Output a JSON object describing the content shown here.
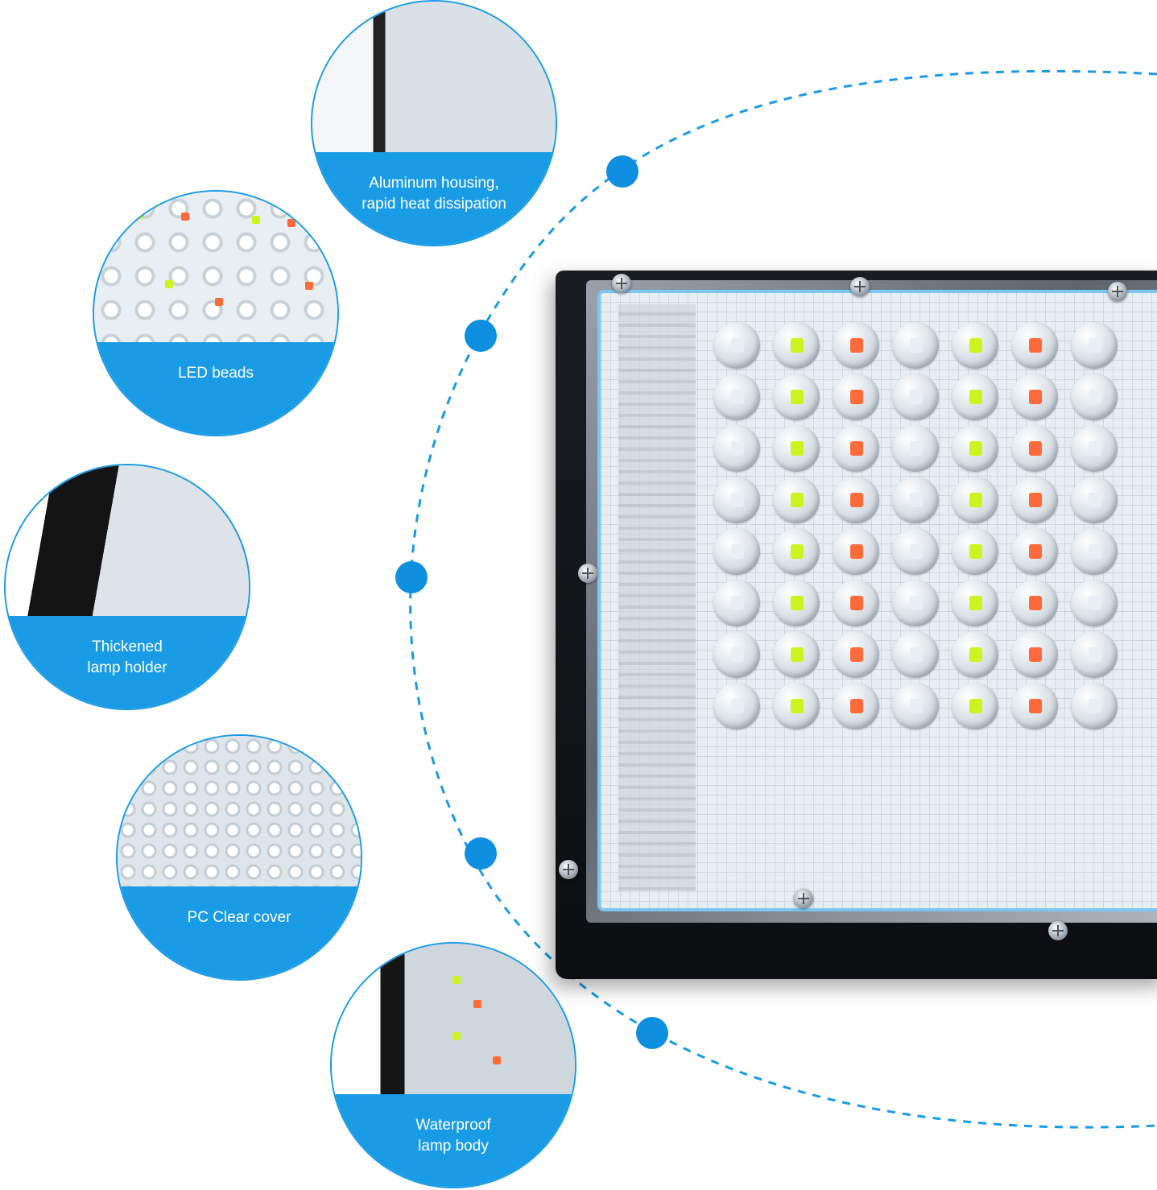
{
  "colors": {
    "accent": "#1a9be6",
    "band_text": "#ffffff",
    "led_green": "#cdf21e",
    "led_red": "#ff6a3a"
  },
  "features": [
    {
      "id": "aluminum-housing",
      "icon": "housing-icon",
      "label": "Aluminum housing,\nrapid heat dissipation"
    },
    {
      "id": "led-beads",
      "icon": "led-icon",
      "label": "LED beads"
    },
    {
      "id": "lamp-holder",
      "icon": "bracket-icon",
      "label": "Thickened\nlamp holder"
    },
    {
      "id": "pc-cover",
      "icon": "cover-icon",
      "label": "PC Clear cover"
    },
    {
      "id": "waterproof-body",
      "icon": "shield-icon",
      "label": "Waterproof\nlamp body"
    }
  ]
}
